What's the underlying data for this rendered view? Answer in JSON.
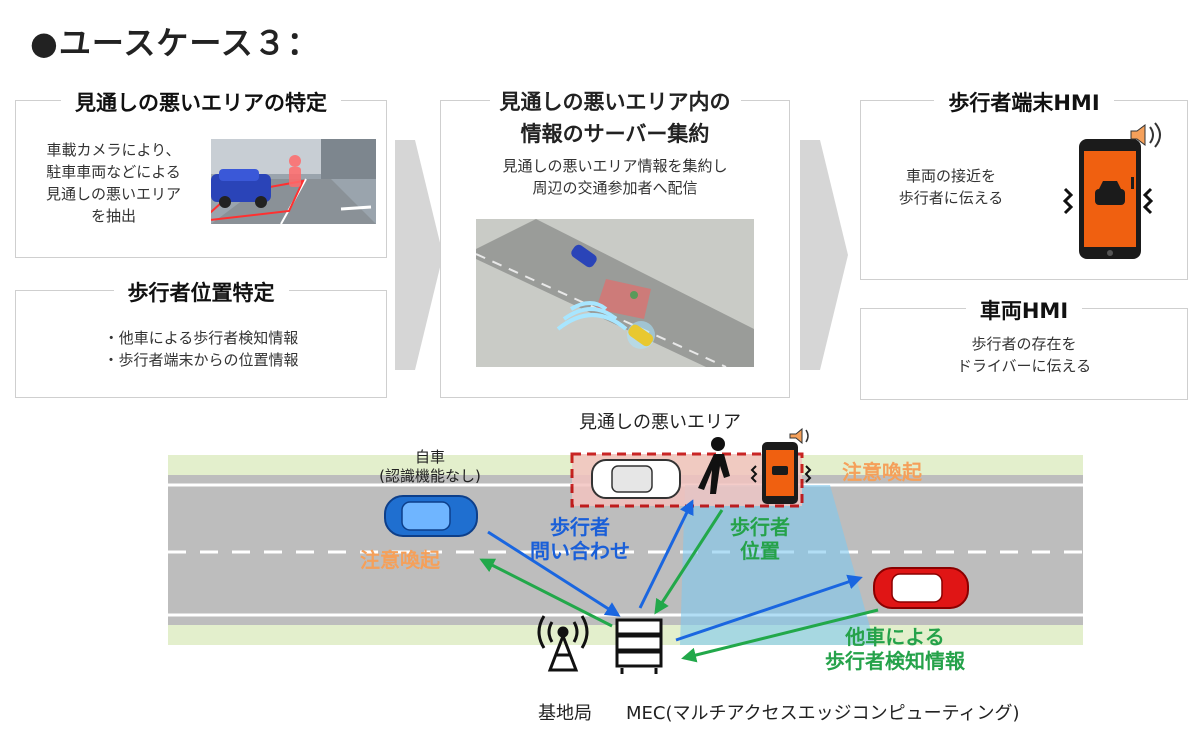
{
  "title": "●ユースケース３：",
  "panels": {
    "identify_area": {
      "heading": "見通しの悪いエリアの特定",
      "body": [
        "車載カメラにより、",
        "駐車車両などによる",
        "見通しの悪いエリア",
        "を抽出"
      ]
    },
    "pedestrian_position": {
      "heading": "歩行者位置特定",
      "body": [
        "・他車による歩行者検知情報",
        "・歩行者端末からの位置情報"
      ]
    },
    "server_aggregate": {
      "heading": [
        "見通しの悪いエリア内の",
        "情報のサーバー集約"
      ],
      "body": [
        "見通しの悪いエリア情報を集約し",
        "周辺の交通参加者へ配信"
      ]
    },
    "pedestrian_hmi": {
      "heading": "歩行者端末HMI",
      "body": [
        "車両の接近を",
        "歩行者に伝える"
      ]
    },
    "vehicle_hmi": {
      "heading": "車両HMI",
      "body": [
        "歩行者の存在を",
        "ドライバーに伝える"
      ]
    }
  },
  "diagram": {
    "blind_area_label": "見通しの悪いエリア",
    "own_car": [
      "自車",
      "(認識機能なし)"
    ],
    "alert_left": "注意喚起",
    "alert_right": "注意喚起",
    "pedestrian_query": [
      "歩行者",
      "問い合わせ"
    ],
    "pedestrian_position": [
      "歩行者",
      "位置"
    ],
    "other_car_detection": [
      "他車による",
      "歩行者検知情報"
    ],
    "base_station": "基地局",
    "mec": "MEC(マルチアクセスエッジコンピューティング)"
  },
  "colors": {
    "blue_arrow": "#1a66e0",
    "green_arrow": "#22a84a",
    "alert_orange": "#f5a05a",
    "phone_orange": "#f06010",
    "road_grey": "#bdbdbd",
    "grass": "#e3efcc"
  }
}
